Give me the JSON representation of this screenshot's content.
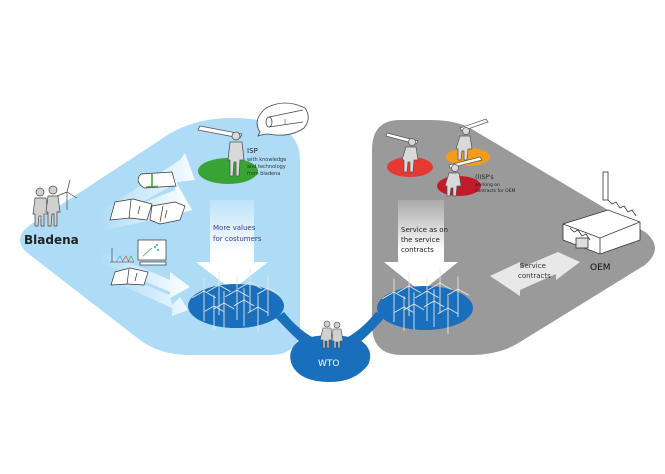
{
  "diagram": {
    "left_region": {
      "name": "Bladena",
      "color": "#aedcf7",
      "isp": {
        "title": "ISP",
        "lines": [
          "with knowledge",
          "and technology",
          "from bladena"
        ],
        "platform_color": "#3aa335"
      },
      "arrow_label": [
        "More values",
        "for costumers"
      ],
      "arrow_label_color": "#3b3b8f",
      "items": [
        "blade-profile-icon",
        "manual-book-icon",
        "manual-book-icon",
        "data-chart-icon",
        "computer-monitor-icon",
        "manual-book-icon"
      ]
    },
    "right_region": {
      "color": "#9a9a9a",
      "isps": {
        "title": "(I)SP's",
        "lines": [
          "working on",
          "contracts for OEM"
        ],
        "platform_colors": [
          "#e53a32",
          "#f39c1a",
          "#c11b2a"
        ]
      },
      "arrow_label": [
        "Service as on",
        "the service",
        "contracts"
      ],
      "oem_label": "OEM",
      "contract_arrow_label": [
        "Service",
        "contracts"
      ]
    },
    "center": {
      "label": "WTO",
      "water_color": "#1a6fbd"
    }
  }
}
